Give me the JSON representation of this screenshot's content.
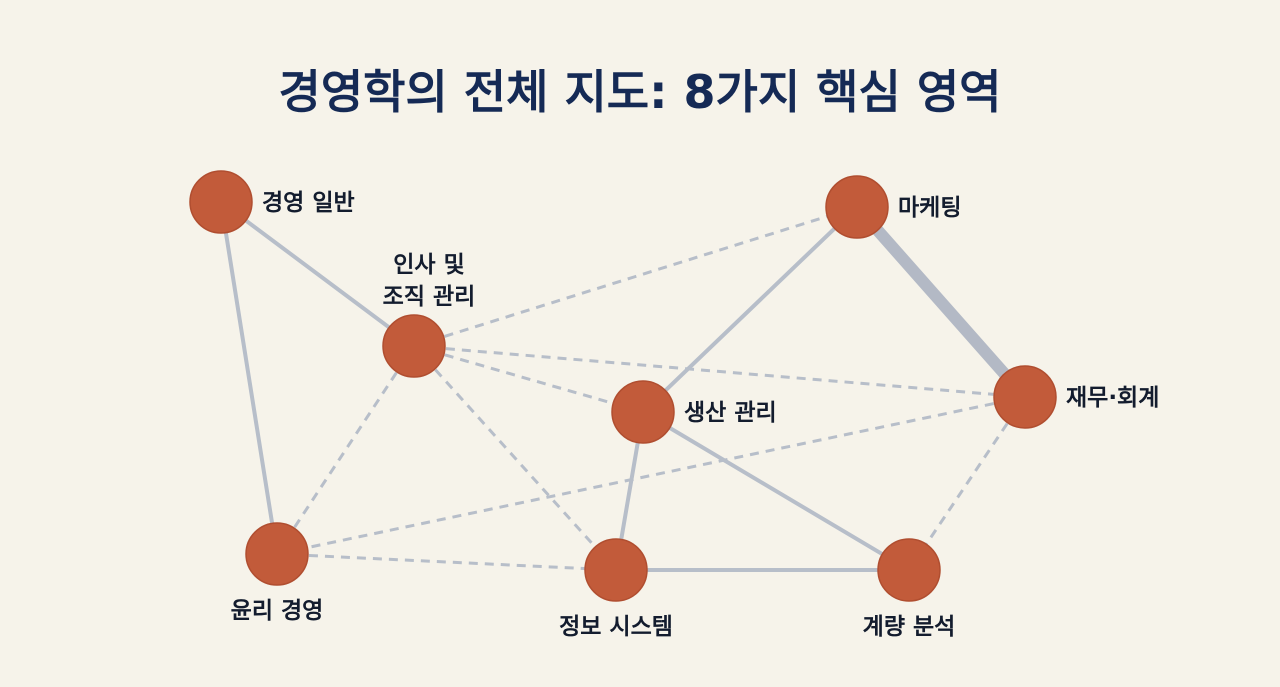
{
  "title": "경영학의 전체 지도: 8가지 핵심 영역",
  "colors": {
    "background": "#f6f3ea",
    "node_fill": "#c25b3a",
    "node_stroke": "#b04e30",
    "edge": "#b7bec9",
    "title": "#152a55",
    "label": "#131c2e"
  },
  "nodes": [
    {
      "id": "general",
      "label": [
        "경영 일반"
      ]
    },
    {
      "id": "hr",
      "label": [
        "인사 및",
        "조직 관리"
      ]
    },
    {
      "id": "marketing",
      "label": [
        "마케팅"
      ]
    },
    {
      "id": "production",
      "label": [
        "생산 관리"
      ]
    },
    {
      "id": "finance",
      "label": [
        "재무·회계"
      ]
    },
    {
      "id": "ethics",
      "label": [
        "윤리 경영"
      ]
    },
    {
      "id": "mis",
      "label": [
        "정보 시스템"
      ]
    },
    {
      "id": "quant",
      "label": [
        "계량 분석"
      ]
    }
  ],
  "edges": [
    {
      "from": "general",
      "to": "hr",
      "style": "solid"
    },
    {
      "from": "general",
      "to": "ethics",
      "style": "solid"
    },
    {
      "from": "hr",
      "to": "marketing",
      "style": "dashed"
    },
    {
      "from": "hr",
      "to": "finance",
      "style": "dashed"
    },
    {
      "from": "hr",
      "to": "production",
      "style": "dashed"
    },
    {
      "from": "hr",
      "to": "ethics",
      "style": "dashed"
    },
    {
      "from": "hr",
      "to": "mis",
      "style": "dashed"
    },
    {
      "from": "marketing",
      "to": "production",
      "style": "solid"
    },
    {
      "from": "marketing",
      "to": "finance",
      "style": "thick"
    },
    {
      "from": "production",
      "to": "mis",
      "style": "solid"
    },
    {
      "from": "production",
      "to": "quant",
      "style": "solid"
    },
    {
      "from": "finance",
      "to": "ethics",
      "style": "dashed"
    },
    {
      "from": "finance",
      "to": "quant",
      "style": "dashed"
    },
    {
      "from": "ethics",
      "to": "mis",
      "style": "dashed"
    },
    {
      "from": "mis",
      "to": "quant",
      "style": "solid"
    }
  ]
}
